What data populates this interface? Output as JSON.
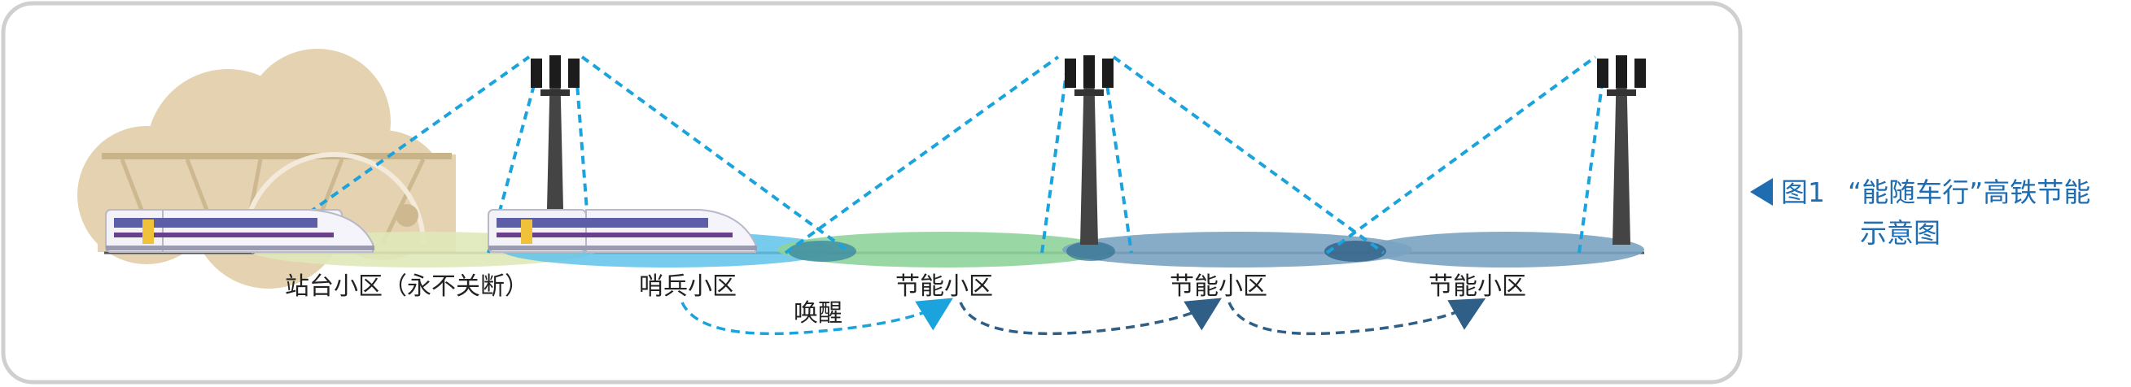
{
  "colors": {
    "frame": "#cfcfcf",
    "beam": "#1aa3dc",
    "tower": "#444444",
    "station": "#e4d2b1",
    "platform_cell": "#dfe8b8",
    "sentinel_cell": "#5fc3ea",
    "energy_cell_green": "#8ed39a",
    "energy_cell_blue": "#7aa3c2",
    "wake_arrow": "#1aa3dc",
    "chain_arrow": "#2f5f86",
    "caption": "#1f6db0"
  },
  "icons": {
    "tower": "cell-tower-icon",
    "train": "high-speed-train-icon",
    "station": "railway-station-icon",
    "caption_marker": "triangle-left-icon"
  },
  "labels": {
    "platform_cell": "站台小区（永不关断）",
    "sentinel_cell": "哨兵小区",
    "energy_cell_1": "节能小区",
    "energy_cell_2": "节能小区",
    "energy_cell_3": "节能小区",
    "wake": "唤醒"
  },
  "caption": {
    "figure_number": "图1",
    "title_line1": "“能随车行”高铁节能",
    "title_line2": "示意图"
  }
}
